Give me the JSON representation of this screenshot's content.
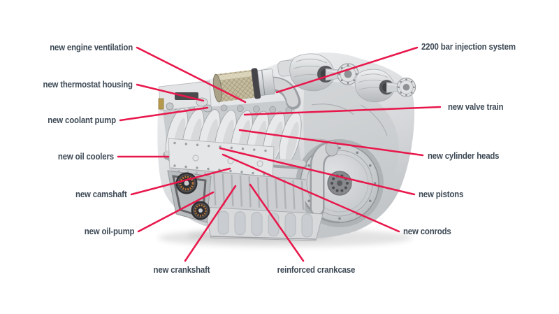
{
  "diagram": {
    "accent_color": "#E8174B",
    "label_color": "#3E4A56",
    "background_color": "#FFFFFF",
    "illustration": {
      "subject": "light-gray 3D render of a V-type diesel engine",
      "parts": [
        "air-filter",
        "intake-elbow",
        "turbocharger-1",
        "turbocharger-2",
        "exhaust-manifold",
        "oil-cooler-panel",
        "crankcase",
        "oil-pan",
        "flywheel",
        "belt-drive-pulleys",
        "thermostat-bracket"
      ]
    },
    "labels": [
      {
        "id": "engine-ventilation",
        "text": "new engine ventilation"
      },
      {
        "id": "thermostat-housing",
        "text": "new thermostat housing"
      },
      {
        "id": "coolant-pump",
        "text": "new coolant pump"
      },
      {
        "id": "oil-coolers",
        "text": "new oil coolers"
      },
      {
        "id": "camshaft",
        "text": "new camshaft"
      },
      {
        "id": "oil-pump",
        "text": "new oil-pump"
      },
      {
        "id": "crankshaft",
        "text": "new crankshaft"
      },
      {
        "id": "reinforced-crankcase",
        "text": "reinforced crankcase"
      },
      {
        "id": "injection-system",
        "text": "2200 bar injection system"
      },
      {
        "id": "valve-train",
        "text": "new valve train"
      },
      {
        "id": "cylinder-heads",
        "text": "new cylinder heads"
      },
      {
        "id": "pistons",
        "text": "new pistons"
      },
      {
        "id": "conrods",
        "text": "new conrods"
      }
    ]
  }
}
